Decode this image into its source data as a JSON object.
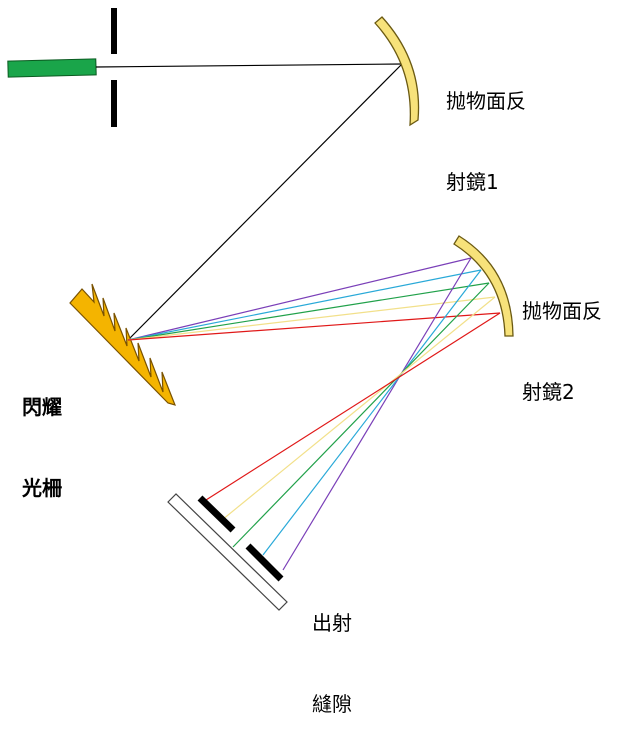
{
  "labels": {
    "mirror1": {
      "line1": "抛物面反",
      "line2": "射鏡1"
    },
    "mirror2": {
      "line1": "抛物面反",
      "line2": "射鏡2"
    },
    "grating": {
      "line1": "閃耀",
      "line2": "光柵"
    },
    "exit_slit": {
      "line1": "出射",
      "line2": "縫隙"
    }
  },
  "colors": {
    "laser": "#1aa54a",
    "mirror_fill": "#f7e27a",
    "mirror_stroke": "#6b5a12",
    "grating_fill": "#f4b400",
    "beam": "#000000",
    "dispersed": [
      "#7a3fb8",
      "#29a9d8",
      "#21a14a",
      "#f2e08a",
      "#e01818"
    ]
  }
}
